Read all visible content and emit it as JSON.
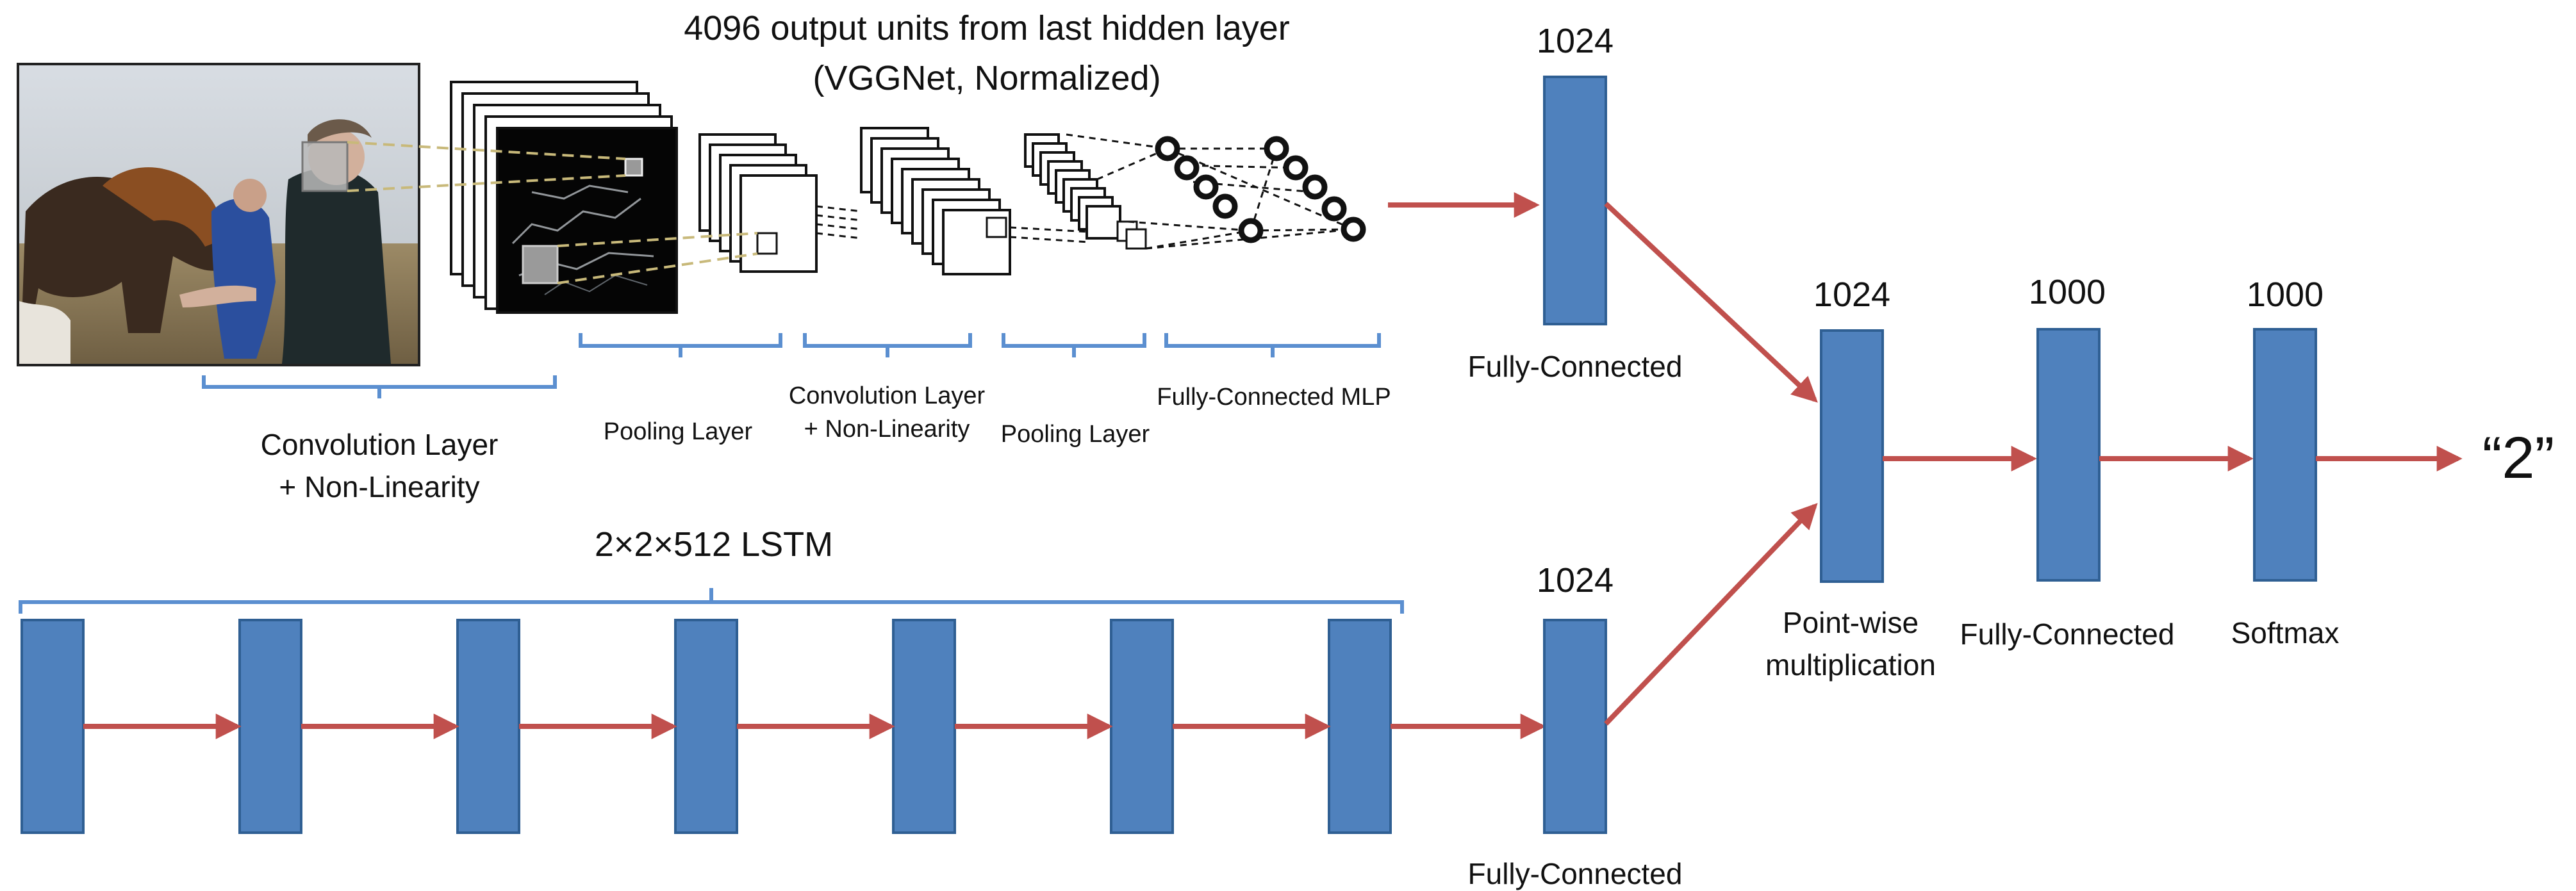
{
  "header": {
    "line1": "4096 output  units from last hidden layer",
    "line2": "(VGGNet, Normalized)"
  },
  "cnn": {
    "conv1": {
      "line1": "Convolution Layer",
      "line2": "+ Non-Linearity"
    },
    "pool1": "Pooling Layer",
    "conv2": {
      "line1": "Convolution Layer",
      "line2": "+ Non-Linearity"
    },
    "pool2": "Pooling  Layer",
    "mlp": "Fully-Connected MLP"
  },
  "lstm": {
    "label": "2×2×512 LSTM",
    "cell_count": 7
  },
  "fc_image": {
    "units": "1024",
    "label": "Fully-Connected"
  },
  "fc_question": {
    "units": "1024",
    "label": "Fully-Connected"
  },
  "merge": {
    "units": "1024",
    "line1": "Point-wise",
    "line2": "multiplication"
  },
  "fc_final": {
    "units": "1000",
    "label": "Fully-Connected"
  },
  "softmax": {
    "units": "1000",
    "label": "Softmax"
  },
  "answer": "“2”",
  "colors": {
    "block_fill": "#4f81bd",
    "block_stroke": "#2f5f93",
    "arrow": "#c0504d",
    "bracket": "#5b8fd0",
    "dashed_link": "#c8b97a"
  },
  "icons": {
    "photo": "photo-horses-people",
    "feature_map": "feature-map-stack",
    "neuron": "neuron-circle-icon"
  }
}
